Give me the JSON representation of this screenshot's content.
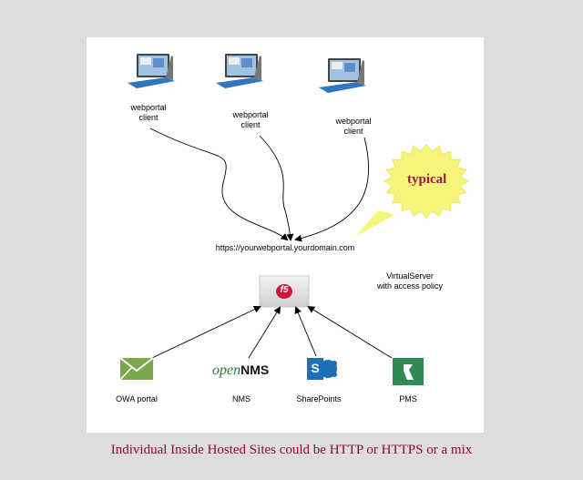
{
  "clients": [
    {
      "label": "webportal\nclient",
      "icon": "laptop-tablet-icon"
    },
    {
      "label": "webportal\nclient",
      "icon": "laptop-tablet-icon"
    },
    {
      "label": "webportal\nclient",
      "icon": "laptop-tablet-icon"
    }
  ],
  "url_label": "https://yourwebportal.yourdomain.com",
  "virtual_server_label": "VirtualServer\nwith access policy",
  "callout_text": "typical",
  "device_logo_text": "f5",
  "services": [
    {
      "label": "OWA portal",
      "icon": "mail-envelope-icon"
    },
    {
      "label": "NMS",
      "icon": "opennms-logo-icon",
      "logo_text_a": "open",
      "logo_text_b": "NMS"
    },
    {
      "label": "SharePoints",
      "icon": "sharepoint-icon",
      "logo_text": "S"
    },
    {
      "label": "PMS",
      "icon": "pms-icon"
    }
  ],
  "caption": "Individual Inside Hosted Sites could be HTTP or HTTPS or a mix",
  "colors": {
    "page_bg": "#dddddd",
    "canvas_bg": "#ffffff",
    "caption": "#8b0a3a",
    "callout_fill": "#f5f57a",
    "callout_text": "#9b1b45",
    "f5_red": "#d0163a",
    "owa_green": "#7aa84a",
    "sharepoint_blue": "#1d6fb8",
    "pms_green": "#2e8b57"
  }
}
